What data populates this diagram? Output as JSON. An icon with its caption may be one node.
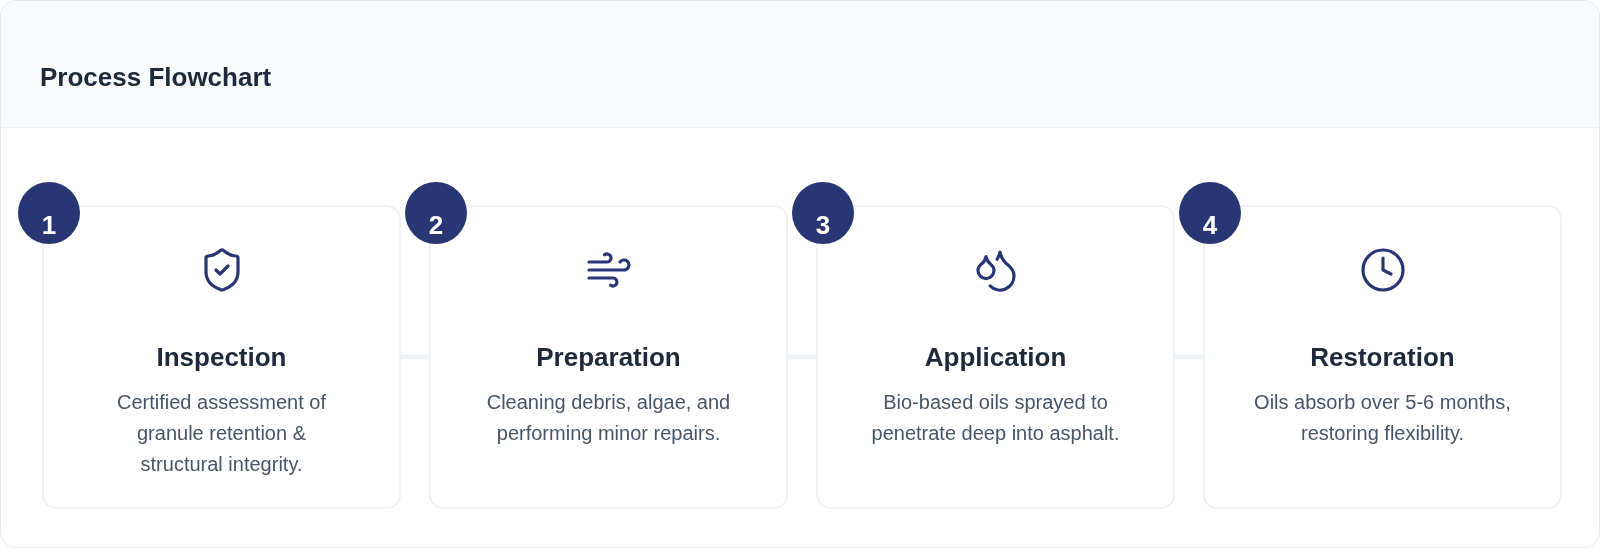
{
  "diagram": {
    "title": "Process Flowchart",
    "nodes": [
      {
        "text": [
          "1"
        ]
      },
      {
        "text": [
          "Inspection",
          "Certified assessment of granule retention & structural integrity."
        ]
      },
      {
        "text": [
          "2"
        ]
      },
      {
        "text": [
          "Preparation",
          "Cleaning debris, algae, and performing minor repairs."
        ]
      },
      {
        "text": [
          "3"
        ]
      },
      {
        "text": [
          "Application",
          "Bio-based oils sprayed to penetrate deep into asphalt."
        ]
      },
      {
        "text": [
          "4"
        ]
      },
      {
        "text": [
          "Restoration",
          "Oils absorb over 5-6 months, restoring flexibility."
        ]
      }
    ],
    "edges": [
      {
        "from": 1,
        "to": 3,
        "arrow": "none"
      },
      {
        "from": 3,
        "to": 5,
        "arrow": "none"
      },
      {
        "from": 5,
        "to": 7,
        "arrow": "none"
      }
    ]
  }
}
